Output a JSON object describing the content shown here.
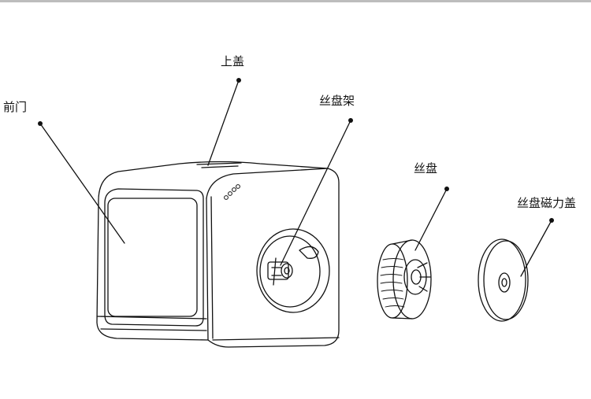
{
  "labels": {
    "front_door": "前门",
    "top_cover": "上盖",
    "spool_holder": "丝盘架",
    "spool": "丝盘",
    "spool_magnetic_cover": "丝盘磁力盖"
  },
  "colors": {
    "line": "#111111",
    "background": "#ffffff",
    "top_rule": "#bdbdbd"
  }
}
